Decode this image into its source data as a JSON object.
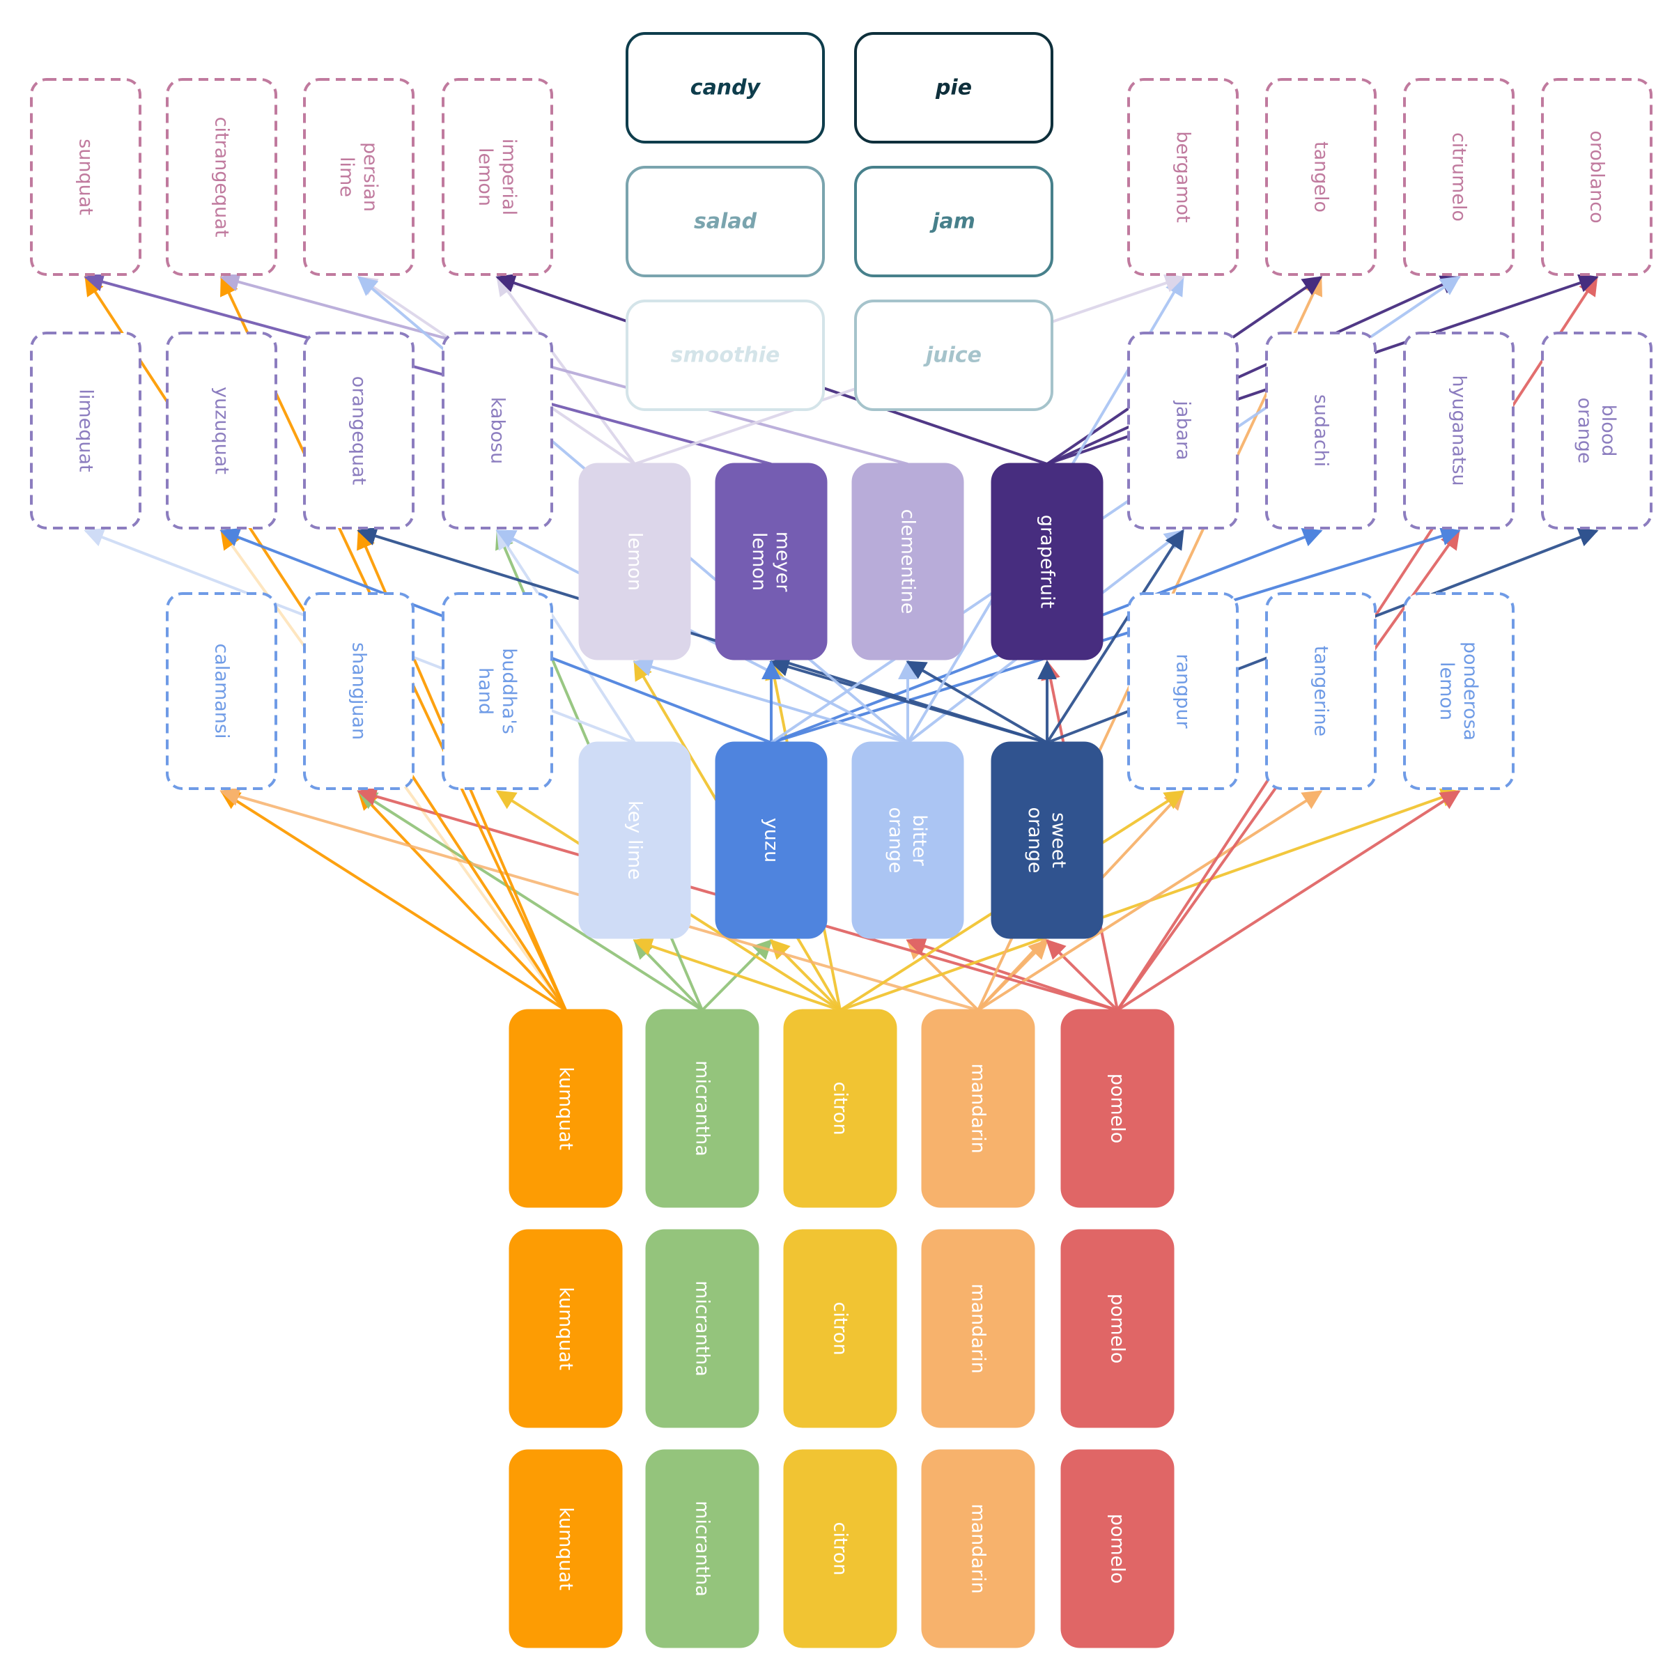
{
  "colors": {
    "kumquat": "#fd9c03",
    "micrantha": "#94c47c",
    "citron": "#f1c433",
    "mandarin": "#f7b26c",
    "pomelo": "#e06666",
    "keylime": "#cfdcf6",
    "yuzu": "#4f84de",
    "bitter": "#abc5f3",
    "sweet": "#30538f",
    "lemon": "#dcd6ea",
    "meyer": "#755db2",
    "clementine": "#b8acd9",
    "grapefruit": "#472d7f",
    "blue_outline": "#6f9be6",
    "purple_outline": "#8c7dbf",
    "pink_outline": "#c07a9e"
  },
  "products": [
    {
      "label": "candy",
      "color": "#0e3d4c"
    },
    {
      "label": "pie",
      "color": "#0e2f3b"
    },
    {
      "label": "salad",
      "color": "#7aa4ae"
    },
    {
      "label": "jam",
      "color": "#47808b"
    },
    {
      "label": "smoothie",
      "color": "#d4e4e9"
    },
    {
      "label": "juice",
      "color": "#a5c3cb"
    }
  ],
  "ancestors": [
    "kumquat",
    "micrantha",
    "citron",
    "mandarin",
    "pomelo"
  ],
  "hybrids": [
    "key lime",
    "yuzu",
    "bitter orange",
    "sweet orange",
    "lemon",
    "meyer lemon",
    "clementine",
    "grapefruit"
  ],
  "tier3": [
    "calamansi",
    "shangjuan",
    "buddha's hand",
    "rangpur",
    "tangerine",
    "ponderosa lemon"
  ],
  "tier4": [
    "limequat",
    "yuzuquat",
    "orangequat",
    "kabosu",
    "jabara",
    "sudachi",
    "hyuganatsu",
    "blood orange"
  ],
  "tier5": [
    "sunquat",
    "citrangequat",
    "persian lime",
    "imperial lemon",
    "bergamot",
    "tangelo",
    "citrumelo",
    "oroblanco"
  ]
}
